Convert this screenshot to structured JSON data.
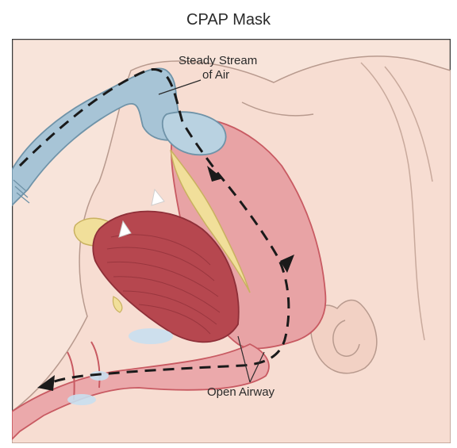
{
  "title": "CPAP Mask",
  "labels": {
    "air_line1": "Steady Stream",
    "air_line2": "of Air",
    "airway": "Open Airway"
  },
  "colors": {
    "skin": "#f7ddd2",
    "skin_outline": "#b89a8e",
    "tissue": "#e8a3a5",
    "tissue_dark": "#c85a62",
    "muscle": "#b6474f",
    "bone": "#f1df9a",
    "mask": "#a7c4d6",
    "mask_dark": "#6f93a8",
    "airflow": "#1a1a1a"
  },
  "icons": {
    "airflow_arrow": "arrow-head-icon",
    "mask": "cpap-mask-icon"
  }
}
